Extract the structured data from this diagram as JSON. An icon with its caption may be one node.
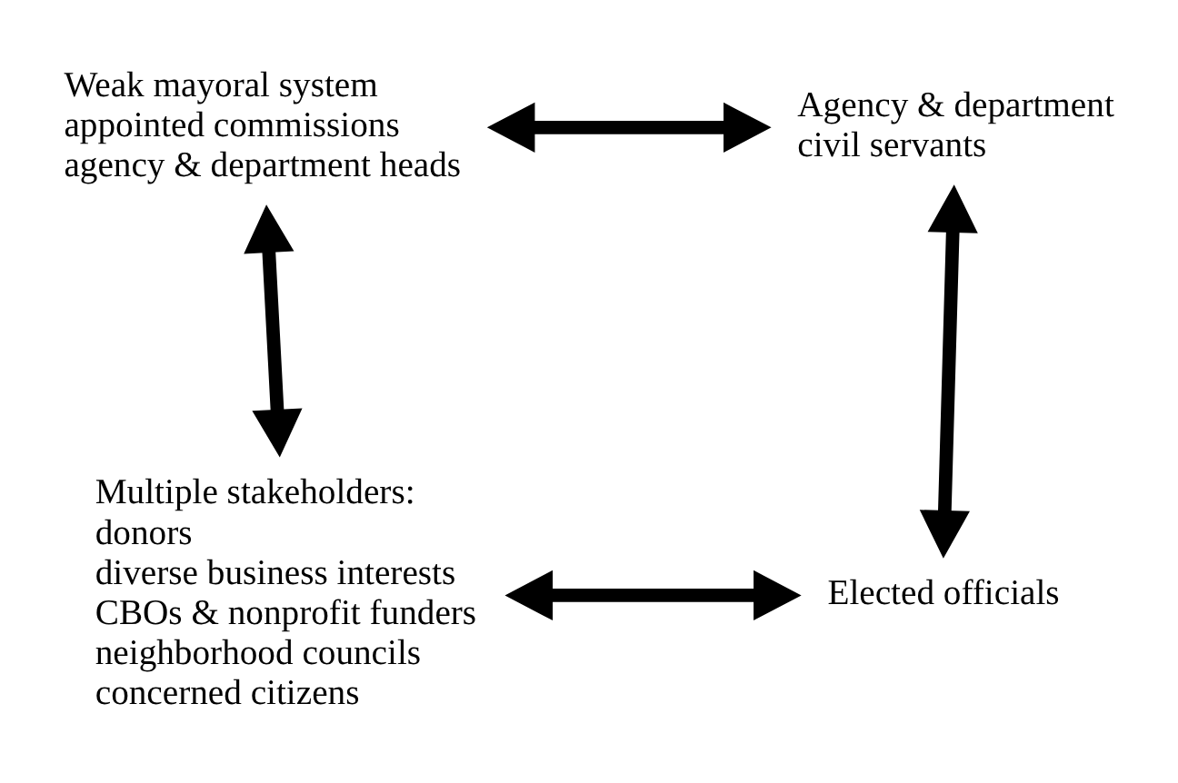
{
  "diagram": {
    "nodes": [
      {
        "text": [
          "Weak mayoral system",
          "appointed commissions",
          "agency & department heads"
        ]
      },
      {
        "text": [
          "Agency & department",
          "civil servants"
        ]
      },
      {
        "text": [
          "Multiple stakeholders:",
          "donors",
          "diverse business interests",
          "CBOs & nonprofit funders",
          "neighborhood councils",
          "concerned citizens"
        ]
      },
      {
        "text": [
          "Elected officials"
        ]
      }
    ],
    "edges": [
      {
        "from": 0,
        "to": 1,
        "arrow": "both"
      },
      {
        "from": 0,
        "to": 2,
        "arrow": "both"
      },
      {
        "from": 1,
        "to": 3,
        "arrow": "both"
      },
      {
        "from": 2,
        "to": 3,
        "arrow": "both"
      }
    ]
  }
}
